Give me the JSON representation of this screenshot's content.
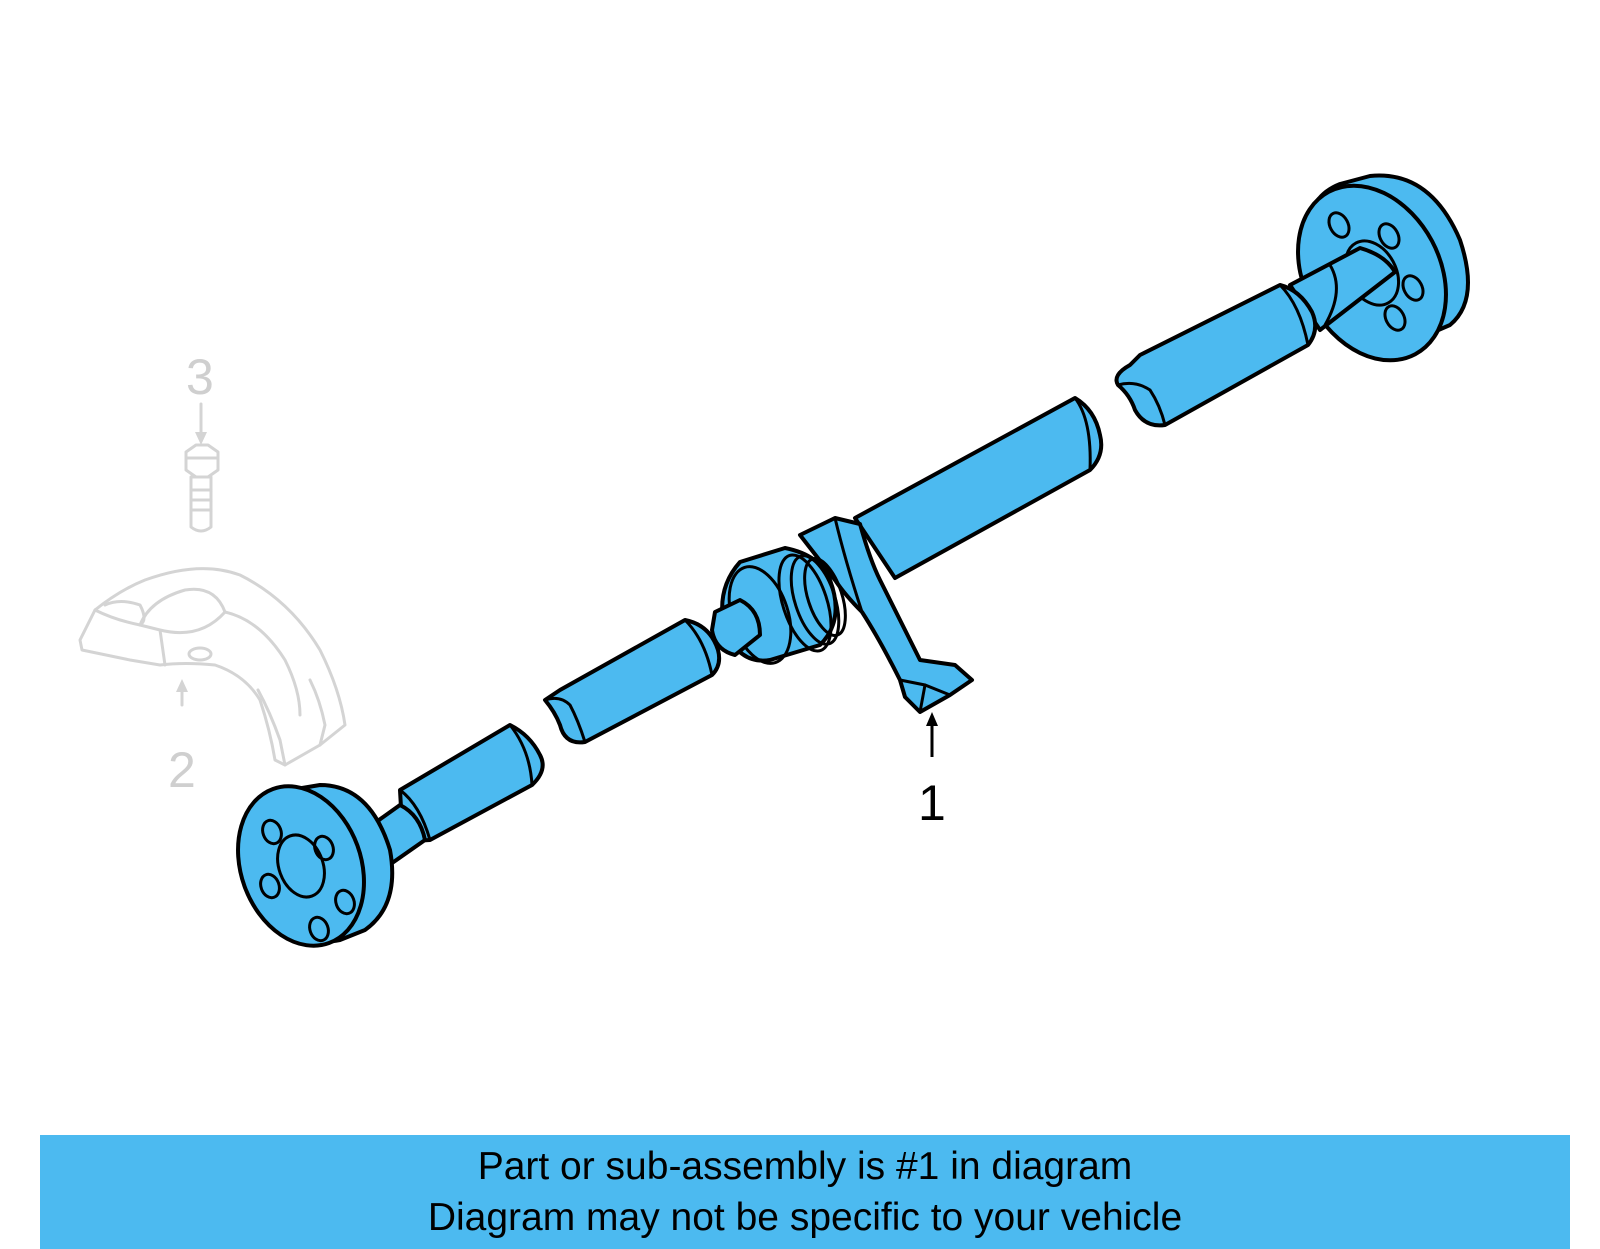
{
  "diagram": {
    "callouts": {
      "part_1": "1",
      "part_2": "2",
      "part_3": "3"
    },
    "colors": {
      "highlight": "#4cbaf0",
      "outline": "#000000",
      "ghost": "#d4d4d4"
    }
  },
  "banner": {
    "line1": "Part or sub-assembly is #1 in diagram",
    "line2": "Diagram may not be specific to your vehicle"
  }
}
